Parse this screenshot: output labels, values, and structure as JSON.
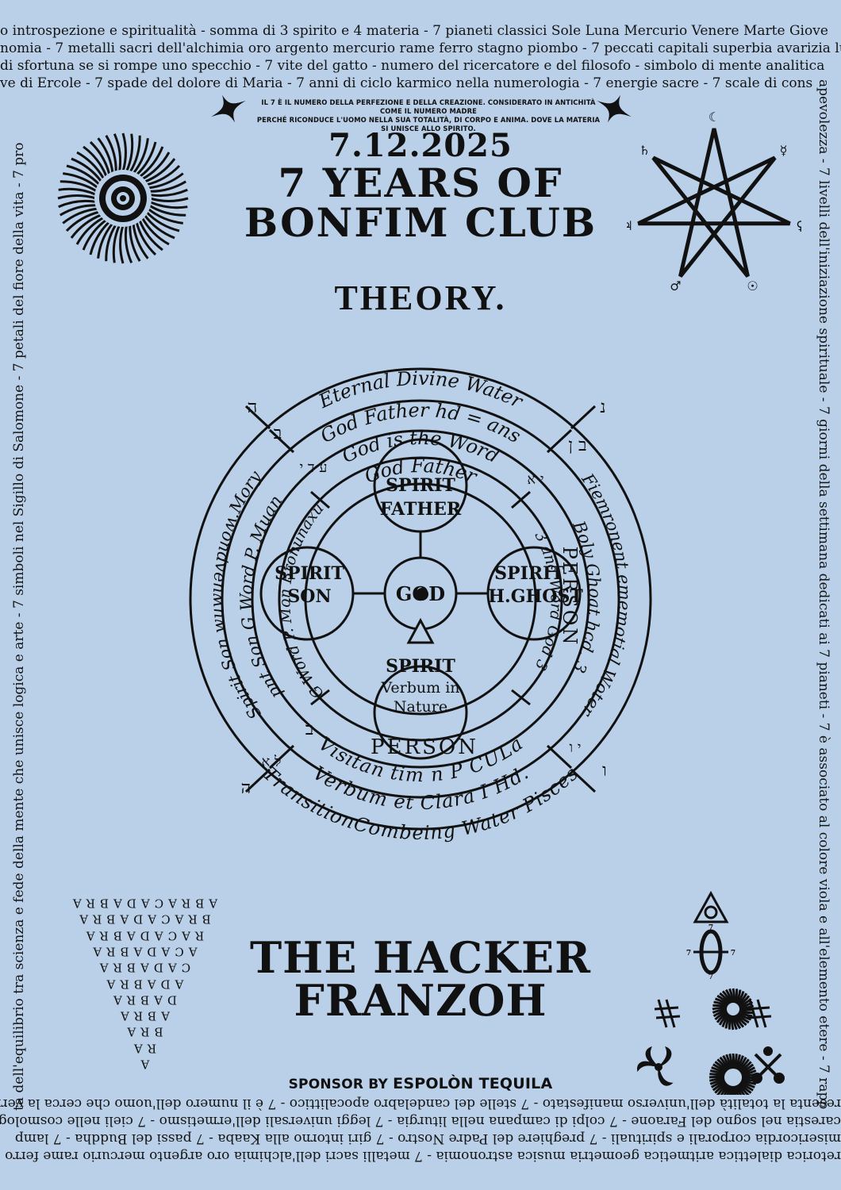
{
  "header_bands": [
    "o introspezione e spiritualità - somma di 3 spirito e 4 materia - 7 pianeti classici Sole Luna Mercurio Venere Marte Giove",
    "nomia - 7 metalli sacri dell'alchimia oro argento mercurio rame ferro stagno piombo - 7 peccati capitali superbia avarizia luss",
    "di sfortuna se si rompe uno specchio - 7 vite del gatto - numero del ricercatore e del filosofo - simbolo di mente analitica",
    "ve di Ercole - 7 spade del dolore di Maria - 7 anni di ciclo karmico nella numerologia - 7 energie sacre - 7 scale di cons"
  ],
  "footer_bands": [
    "resenta la totalità dell'universo manifestato - 7 stelle del candelabro apocalittico - 7 è il numero dell'uomo che cerca la veri",
    "carestia nel sogno del Faraone - 7 colpi di campana nella liturgia - 7 leggi universali dell'ermetismo - 7 cieli nelle cosmologie",
    "misericordia corporali e spirituali - 7 preghiere del Padre Nostro - 7 giri intorno alla Kaaba - 7 passi del Buddha - 7 lamp",
    "retorica dialettica aritmetica geometria musica astronomia - 7 metalli sacri dell'alchimia oro argento mercurio rame ferro stag"
  ],
  "side_right": "apevolezza - 7 livelli dell'iniziazione spirituale - 7 giorni della settimana dedicati ai 7 pianeti - 7 è associato al colore viola e all'elemento etere - 7 rapp",
  "side_left": "ta dell'equilibrio tra scienza e fede della mente che unisce logica e arte - 7 simboli nel Sigillo di Salomone - 7 petali del fiore della vita - 7 pro",
  "intro_line1": "IL 7 È IL NUMERO DELLA PERFEZIONE E DELLA CREAZIONE. CONSIDERATO IN ANTICHITÀ COME IL NUMERO MADRE",
  "intro_line2": "PERCHÉ RICONDUCE L'UOMO NELLA SUA TOTALITÀ, DI CORPO E ANIMA. DOVE LA MATERIA SI UNISCE ALLO SPIRITO.",
  "date": "7.12.2025",
  "title_line1": "7 YEARS OF",
  "title_line2": "BONFIM CLUB",
  "theory": "THEORY.",
  "diagram": {
    "ring_outer_top": "Eternal Divine Water",
    "ring_outer_bottom": "TransitionCombeing Water Pisces",
    "ring2_top": "God Father  hd = aпs",
    "ring2_bottom": "Verbum et Clara  I  Hd.",
    "ring2_left": "Spirit Son  wuwuəʌpuoʍ.Mory",
    "ring2_right": "Fiemronent ememotial Woter",
    "ring3_top": "God is the Word",
    "ring3_bottom": "Visitan tim n P CULa",
    "ring3_left": "pnt Son   G Word P. Muan",
    "ring3_right": "Boly Ghoat hcd. 3",
    "ring4_top": "God Father",
    "ring4_left": "G Word P. Mon   Bronunaxu",
    "ring4_right": "3 and Word God 3",
    "person_bottom": "PERSON",
    "person_right": "PERSON",
    "center": "GOD",
    "spirit_top_1": "SPIRIT",
    "spirit_top_2": "FATHER",
    "spirit_left_1": "SPIRIT",
    "spirit_left_2": "SON",
    "spirit_right_1": "SPIRIT",
    "spirit_right_2": "H.GHOST",
    "spirit_bottom_1": "SPIRIT",
    "spirit_bottom_2": "Verbum in",
    "spirit_bottom_3": "Nature",
    "glyphs": [
      "ה",
      "ב",
      "ע ד י",
      "י א",
      "ב ן",
      "נ",
      "י ו",
      "ו",
      "ל א",
      "ב",
      "ה"
    ]
  },
  "heptagram_symbols": [
    "☾",
    "☿",
    "♀",
    "☉",
    "♂",
    "♃",
    "♄"
  ],
  "abracadabra": [
    "ABRACADABRA",
    "BRACADABRA",
    "RACADABRA",
    "ACADABRA",
    "CADABRA",
    "ADABRA",
    "DABRA",
    "ABRA",
    "BRA",
    "RA",
    "A"
  ],
  "artist_line1": "THE HACKER",
  "artist_line2": "FRANZOH",
  "sponsor_prefix": "SPONSOR BY ",
  "sponsor_name": "ESPOLÒN TEQUILA",
  "sevens_label": "7",
  "colors": {
    "background": "#b9d0e8",
    "ink": "#111111"
  }
}
